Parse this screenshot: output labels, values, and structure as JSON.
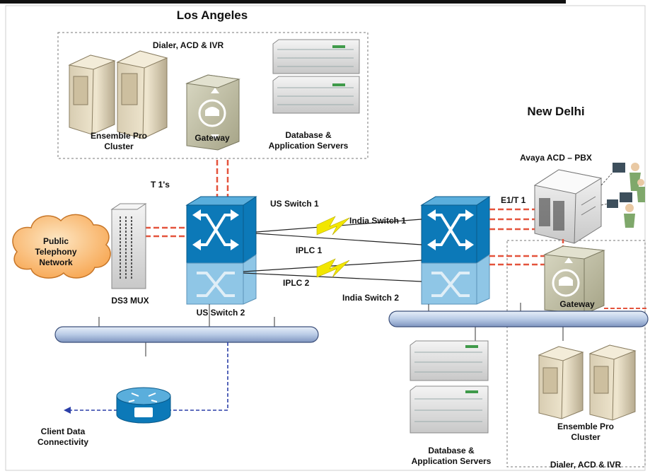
{
  "locations": {
    "la": "Los Angeles",
    "delhi": "New Delhi"
  },
  "labels": {
    "la_dialer": "Dialer, ACD & IVR",
    "la_cluster": [
      "Ensemble Pro",
      "Cluster"
    ],
    "la_gateway": "Gateway",
    "la_db": [
      "Database &",
      "Application Servers"
    ],
    "t1": "T 1's",
    "us_switch_1": "US Switch 1",
    "us_switch_2": "US Switch 2",
    "pstn": [
      "Public",
      "Telephony",
      "Network"
    ],
    "ds3_mux": "DS3 MUX",
    "iplc_1": "IPLC 1",
    "iplc_2": "IPLC 2",
    "india_switch_1": "India Switch 1",
    "india_switch_2": "India Switch 2",
    "avaya": "Avaya ACD – PBX",
    "e1t1": "E1/T 1",
    "nd_gateway": "Gateway",
    "nd_db": [
      "Database &",
      "Application Servers"
    ],
    "nd_cluster": [
      "Ensemble Pro",
      "Cluster"
    ],
    "nd_dialer": "Dialer, ACD & IVR",
    "client": [
      "Client Data",
      "Connectivity"
    ]
  },
  "colors": {
    "switch_dark": "#0c79b8",
    "switch_light": "#8fc6e6",
    "cloud": "#f7a24a",
    "bus": "#c3d3ea",
    "serial_line": "#e4533c",
    "dashed_blue": "#2b3fa8",
    "iplc_bolt": "#f2e600",
    "gateway": "#b9b79a"
  }
}
